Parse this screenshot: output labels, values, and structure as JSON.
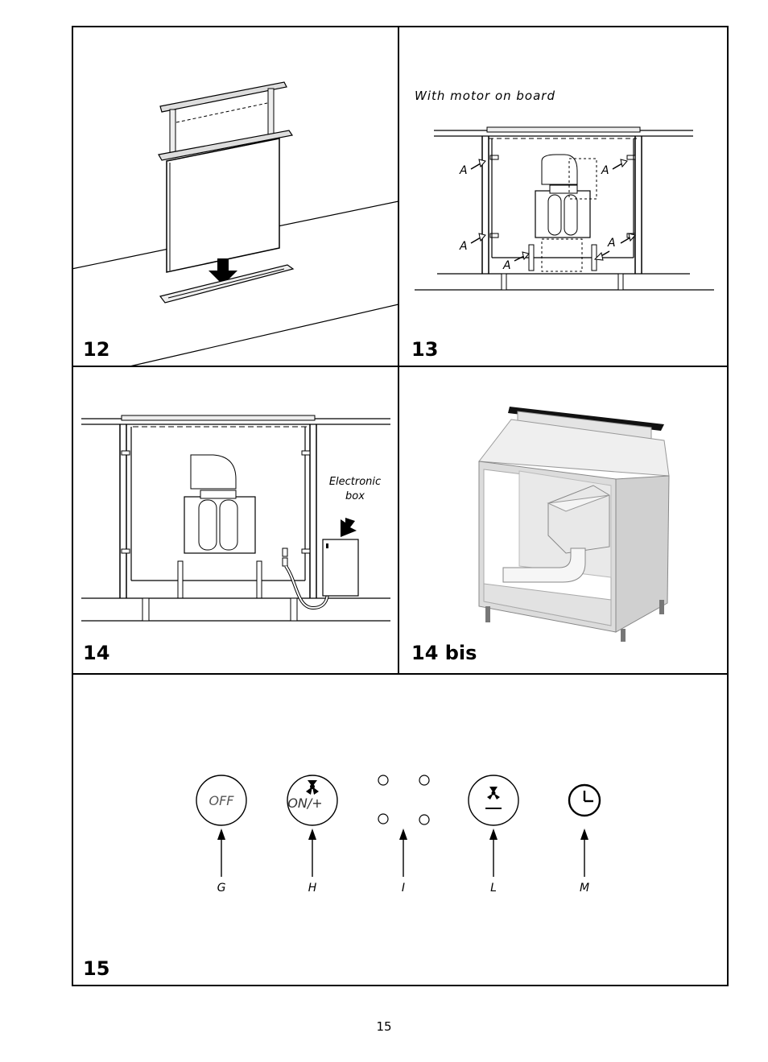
{
  "figures": {
    "fig12": {
      "number": "12"
    },
    "fig13": {
      "number": "13",
      "caption": "With motor on board",
      "marker": "A"
    },
    "fig14": {
      "number": "14",
      "electronic_box_label": "Electronic\nbox"
    },
    "fig14bis": {
      "number": "14 bis"
    },
    "fig15": {
      "number": "15",
      "buttons": [
        {
          "letter": "G",
          "text": "OFF"
        },
        {
          "letter": "H",
          "text": "ON/+"
        },
        {
          "letter": "I",
          "text": ""
        },
        {
          "letter": "L",
          "text": "-"
        },
        {
          "letter": "M",
          "text": ""
        }
      ]
    }
  },
  "page_number": "15"
}
